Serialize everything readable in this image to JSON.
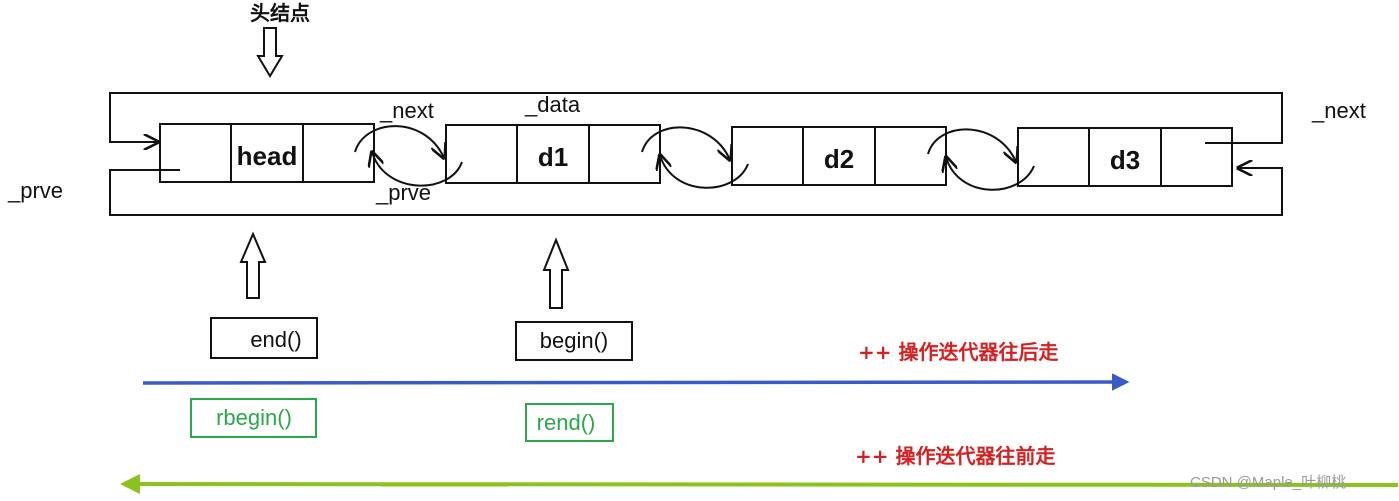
{
  "title": "头结点",
  "nodes": [
    {
      "label": "head"
    },
    {
      "label": "d1"
    },
    {
      "label": "d2"
    },
    {
      "label": "d3"
    }
  ],
  "pointer_labels": {
    "next_top": "_next",
    "data": "_data",
    "prve_bottom": "_prve",
    "prve_left": "_prve",
    "next_right": "_next"
  },
  "iterators": {
    "end": "end()",
    "begin": "begin()",
    "rbegin": "rbegin()",
    "rend": "rend()"
  },
  "directions": {
    "forward": "++ 操作迭代器往后走",
    "backward": "++ 操作迭代器往前走"
  },
  "colors": {
    "forward_arrow": "#3a5bc7",
    "backward_arrow": "#8cc21e",
    "green_box": "#2aa84a",
    "red_text": "#d62020"
  },
  "watermark": "CSDN @Maple_叶柳桃"
}
